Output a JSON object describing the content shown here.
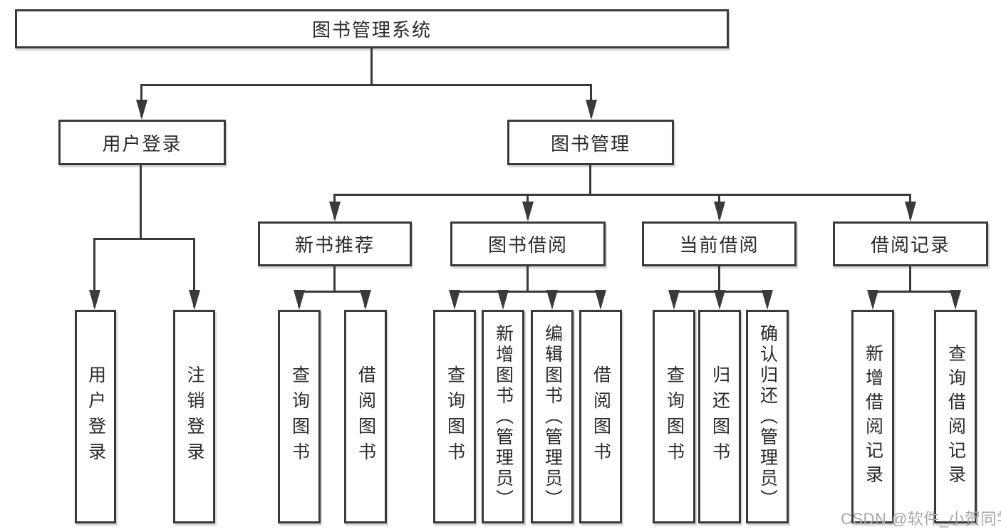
{
  "diagram": {
    "root": {
      "label": "图书管理系统",
      "children": [
        {
          "label": "用户登录",
          "children": [
            {
              "label": "用户登录"
            },
            {
              "label": "注销登录"
            }
          ]
        },
        {
          "label": "图书管理",
          "children": [
            {
              "label": "新书推荐",
              "children": [
                {
                  "label": "查询图书"
                },
                {
                  "label": "借阅图书"
                }
              ]
            },
            {
              "label": "图书借阅",
              "children": [
                {
                  "label": "查询图书"
                },
                {
                  "label": "新增图书（管理员）"
                },
                {
                  "label": "编辑图书（管理员）"
                },
                {
                  "label": "借阅图书"
                }
              ]
            },
            {
              "label": "当前借阅",
              "children": [
                {
                  "label": "查询图书"
                },
                {
                  "label": "归还图书"
                },
                {
                  "label": "确认归还（管理员）"
                }
              ]
            },
            {
              "label": "借阅记录",
              "children": [
                {
                  "label": "新增借阅记录"
                },
                {
                  "label": "查询借阅记录"
                }
              ]
            }
          ]
        }
      ]
    }
  },
  "watermark": {
    "text": "CSDN @软件_小贺同学"
  },
  "colors": {
    "line": "#3a3a3a",
    "box_border": "#3a3a3a",
    "text": "#2b2b2b",
    "background": "#ffffff",
    "watermark": "#a6a6ac"
  }
}
